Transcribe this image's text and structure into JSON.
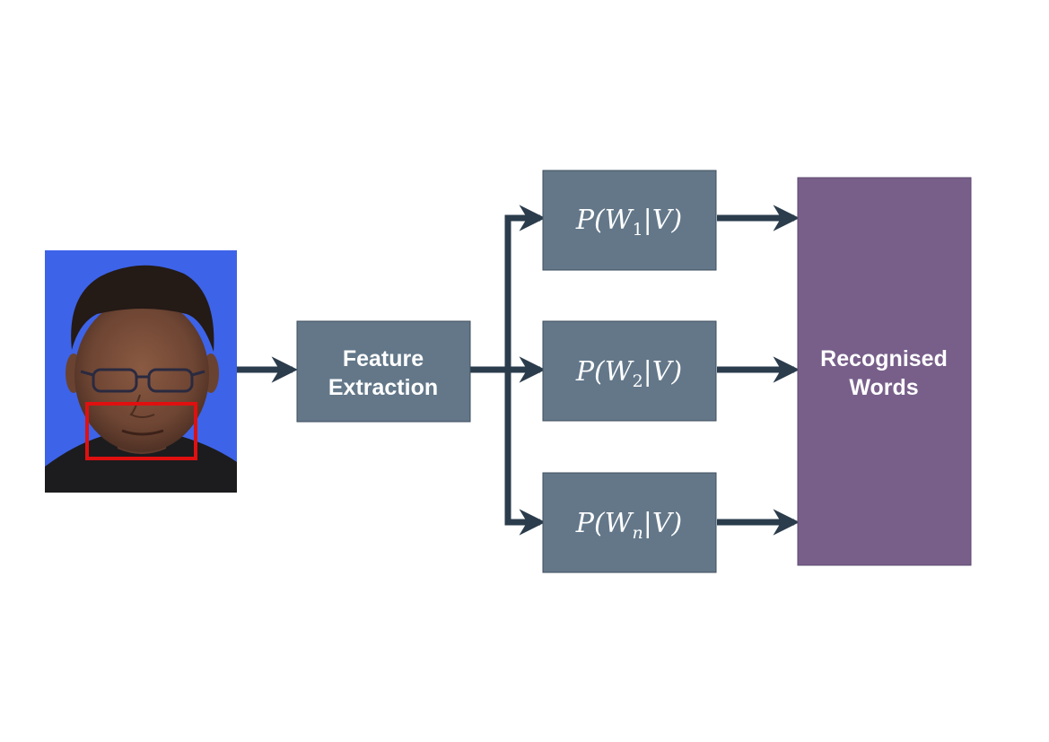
{
  "diagram": {
    "input_image": {
      "description_icon": "face-photo-icon",
      "roi_color": "#e01010"
    },
    "feature_block": {
      "line1": "Feature",
      "line2": "Extraction"
    },
    "classifiers": [
      {
        "prefix": "P(W",
        "sub": "1",
        "suffix": "|V)"
      },
      {
        "prefix": "P(W",
        "sub": "2",
        "suffix": "|V)"
      },
      {
        "prefix": "P(W",
        "sub": "n",
        "suffix": "|V)"
      }
    ],
    "output_block": {
      "line1": "Recognised",
      "line2": "Words"
    },
    "colors": {
      "block": "#637789",
      "block_border": "#3f4f5e",
      "output_block": "#785f8a",
      "output_border": "#5e4870",
      "arrow": "#2b3c4c",
      "photo_background": "#3d63e8"
    }
  }
}
